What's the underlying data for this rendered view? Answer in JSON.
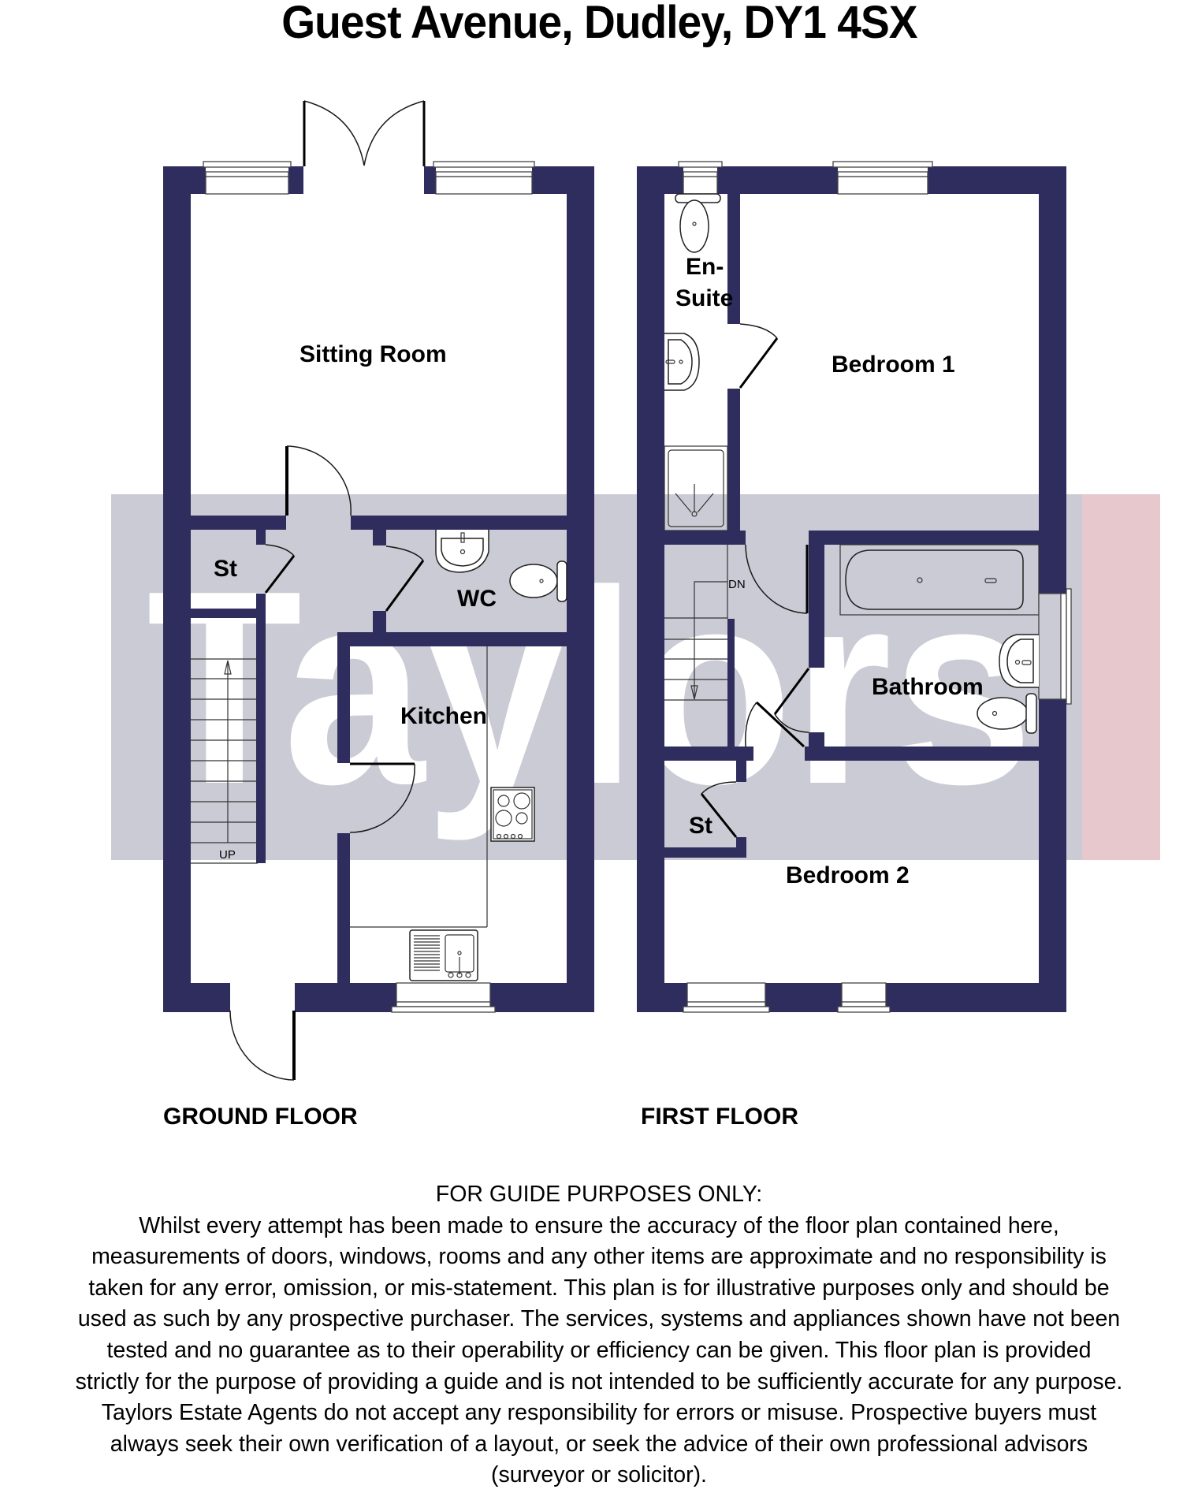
{
  "title": "Guest Avenue, Dudley, DY1 4SX",
  "colors": {
    "walls": "#2f2c5e",
    "watermark_band": "#cbcbd5",
    "watermark_band_accent": "#e6c8cd",
    "watermark_text": "#ffffff",
    "background": "#ffffff"
  },
  "watermark": "Taylors",
  "floors": [
    {
      "label": "GROUND FLOOR",
      "rooms": [
        {
          "name": "Sitting Room"
        },
        {
          "name": "St"
        },
        {
          "name": "WC"
        },
        {
          "name": "Kitchen"
        }
      ],
      "stairs_label": "UP"
    },
    {
      "label": "FIRST FLOOR",
      "rooms": [
        {
          "name": "En-",
          "name2": "Suite"
        },
        {
          "name": "Bedroom 1"
        },
        {
          "name": "Bathroom"
        },
        {
          "name": "St"
        },
        {
          "name": "Bedroom 2"
        }
      ],
      "stairs_label": "DN"
    }
  ],
  "disclaimer": {
    "heading": "FOR GUIDE PURPOSES ONLY:",
    "lines": [
      "Whilst every attempt has been made to ensure the accuracy of the floor plan contained here,",
      "measurements of doors, windows, rooms and any other items are approximate and no responsibility is",
      "taken for any error, omission, or mis-statement. This plan is for illustrative purposes only and should be",
      "used as such by any prospective purchaser. The services, systems and appliances shown have not been",
      "tested and no guarantee as to their operability or efficiency can be given. This floor plan is provided",
      "strictly for the purpose of providing a guide and is not intended to be sufficiently accurate for any purpose.",
      "Taylors Estate Agents do not accept any responsibility for errors or misuse. Prospective buyers must",
      "always seek their own verification of a layout, or seek the advice of their own professional advisors",
      "(surveyor or solicitor)."
    ]
  }
}
